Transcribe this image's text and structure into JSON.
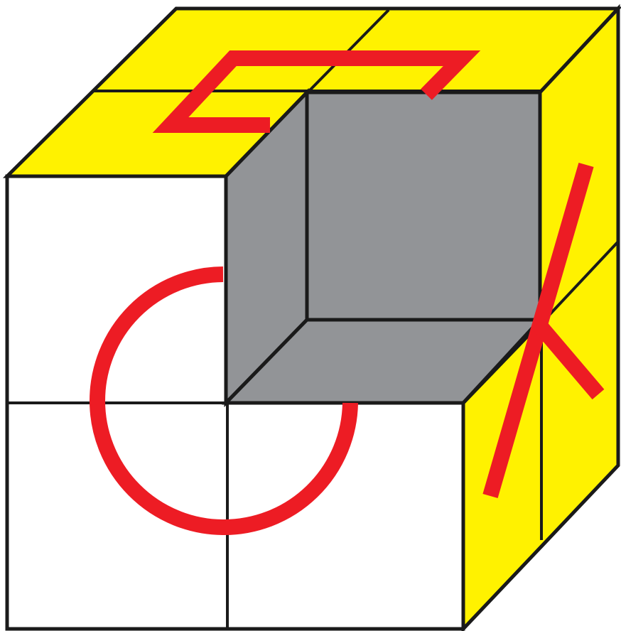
{
  "colors": {
    "top_face": "#fff200",
    "right_face": "#fff200",
    "front_face": "#ffffff",
    "cavity": "#929497",
    "edges": "#1a1a1a",
    "markings": "#ed1c24"
  },
  "markings": [
    {
      "name": "bracket-marking",
      "face": "top",
      "shape": "open-rectangle"
    },
    {
      "name": "circle-marking",
      "face": "front",
      "shape": "partial-circle"
    },
    {
      "name": "k-marking",
      "face": "right",
      "shape": "letter-k-strokes"
    }
  ]
}
